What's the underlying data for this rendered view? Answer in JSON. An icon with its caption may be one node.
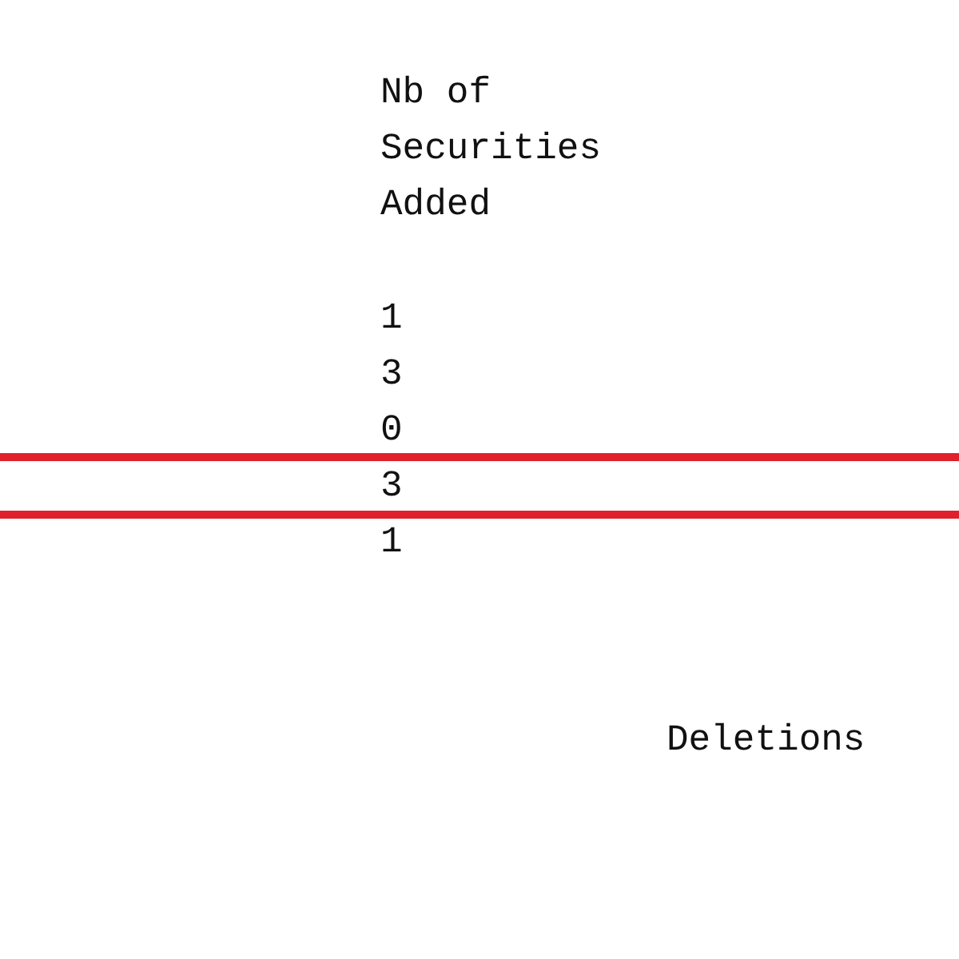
{
  "diagram": {
    "labels": [
      "Nb of Securities Added",
      "1",
      "3",
      "0",
      "3",
      "1",
      "Deletions"
    ]
  }
}
